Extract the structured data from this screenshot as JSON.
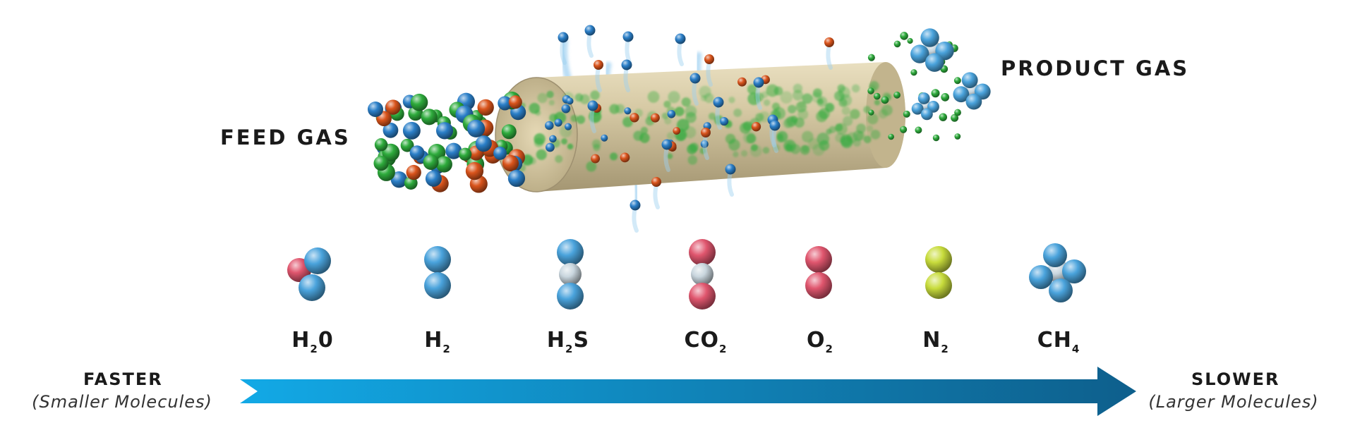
{
  "labels": {
    "feed_gas": "FEED GAS",
    "product_gas": "PRODUCT GAS"
  },
  "molecules": [
    {
      "base": "H",
      "sub": "2",
      "tail": "0",
      "icon": "water-molecule-icon",
      "atoms": [
        "#e0566e",
        "#4aa3dc",
        "#4aa3dc"
      ]
    },
    {
      "base": "H",
      "sub": "2",
      "tail": "",
      "icon": "hydrogen-molecule-icon",
      "atoms": [
        "#4aa3dc",
        "#4aa3dc"
      ]
    },
    {
      "base": "H",
      "sub": "2",
      "tail": "S",
      "icon": "hydrogen-sulfide-molecule-icon",
      "atoms": [
        "#4aa3dc",
        "#c9d6de",
        "#4aa3dc"
      ]
    },
    {
      "base": "CO",
      "sub": "2",
      "tail": "",
      "icon": "carbon-dioxide-molecule-icon",
      "atoms": [
        "#e0566e",
        "#c9d6de",
        "#e0566e"
      ]
    },
    {
      "base": "O",
      "sub": "2",
      "tail": "",
      "icon": "oxygen-molecule-icon",
      "atoms": [
        "#e0566e",
        "#e0566e"
      ]
    },
    {
      "base": "N",
      "sub": "2",
      "tail": "",
      "icon": "nitrogen-molecule-icon",
      "atoms": [
        "#c8dc3c",
        "#c8dc3c"
      ]
    },
    {
      "base": "CH",
      "sub": "4",
      "tail": "",
      "icon": "methane-molecule-icon",
      "atoms": [
        "#c9d6de",
        "#4aa3dc",
        "#4aa3dc",
        "#4aa3dc",
        "#4aa3dc"
      ]
    }
  ],
  "axis": {
    "left_title": "FASTER",
    "left_subtitle": "(Smaller Molecules)",
    "right_title": "SLOWER",
    "right_subtitle": "(Larger Molecules)"
  },
  "colors": {
    "arrow_start": "#12a9e6",
    "arrow_end": "#0e5f8c",
    "membrane": "#cfc4a4",
    "feed_green": "#2eab3c",
    "feed_blue": "#2b7fc8",
    "feed_orange": "#d9541c"
  }
}
